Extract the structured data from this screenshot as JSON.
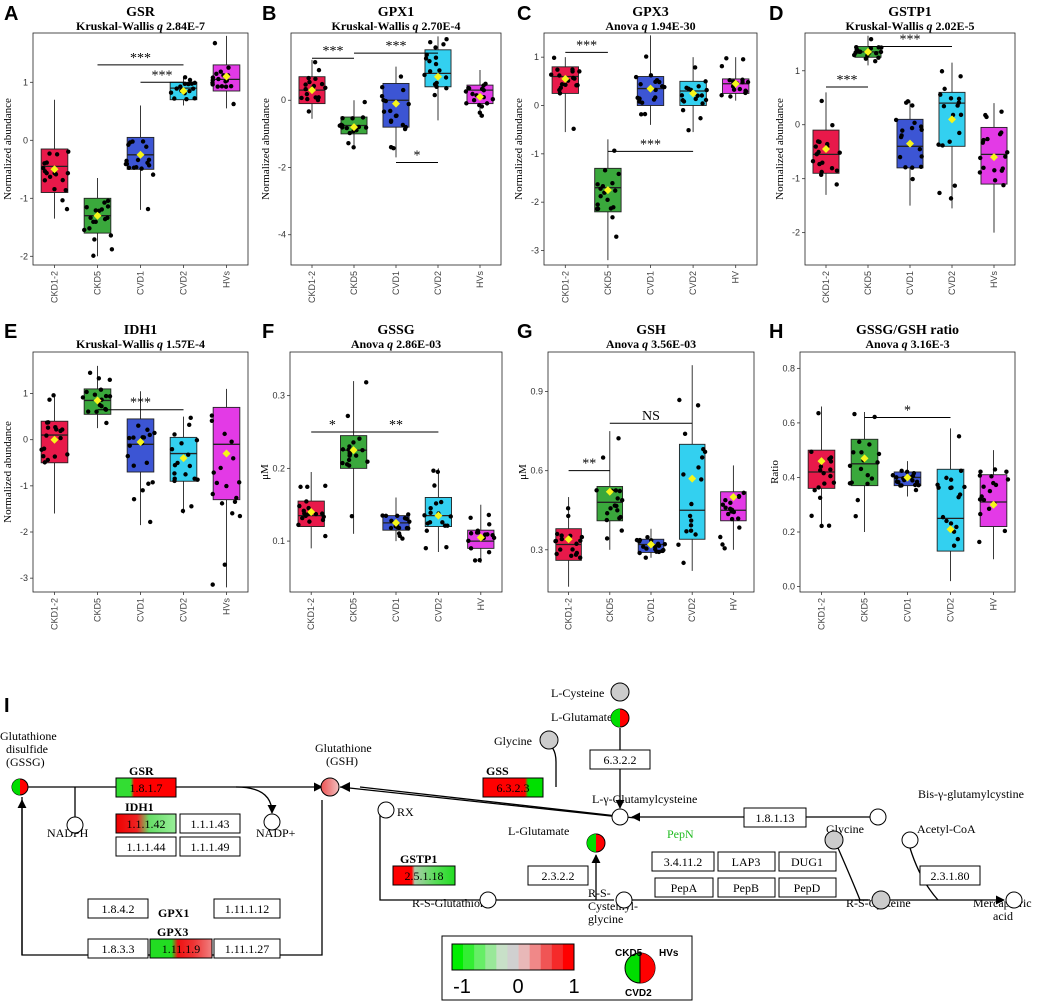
{
  "colors": {
    "CKD12": "#e8194a",
    "CKD5": "#3aa83c",
    "CVD1": "#3c55d4",
    "CVD2": "#33d0f0",
    "HV": "#e33ae6",
    "mean_marker": "#f5f51a",
    "up": "#ff0000",
    "down": "#00e000",
    "neutral": "#cfcfcf"
  },
  "chart_data": [
    {
      "letter": "A",
      "type": "box",
      "title": "GSR",
      "test": "Kruskal-Wallis",
      "q_symbol": "q",
      "q_value": "2.84E-7",
      "ylabel": "Normalized abundance",
      "ylim": [
        -2.15,
        1.85
      ],
      "yticks": [
        -2,
        -1,
        0,
        1
      ],
      "ytick_labels": [
        "-2",
        "-1",
        "0",
        "1"
      ],
      "categories": [
        "CKD1-2",
        "CKD5",
        "CVD1",
        "CVD2",
        "HVs"
      ],
      "boxes": [
        {
          "q1": -0.9,
          "median": -0.45,
          "q3": -0.15,
          "whisker_low": -1.35,
          "whisker_high": 0.7,
          "mean": -0.5
        },
        {
          "q1": -1.6,
          "median": -1.3,
          "q3": -1.0,
          "whisker_low": -2.0,
          "whisker_high": -0.65,
          "mean": -1.3
        },
        {
          "q1": -0.5,
          "median": -0.25,
          "q3": 0.05,
          "whisker_low": -1.2,
          "whisker_high": 0.6,
          "mean": -0.25
        },
        {
          "q1": 0.7,
          "median": 0.9,
          "q3": 1.0,
          "whisker_low": 0.6,
          "whisker_high": 1.1,
          "mean": 0.85
        },
        {
          "q1": 0.85,
          "median": 1.05,
          "q3": 1.3,
          "whisker_low": 0.55,
          "whisker_high": 1.8,
          "mean": 1.1
        }
      ],
      "significance": [
        {
          "from": 1,
          "to": 3,
          "y": 1.3,
          "label": "***"
        },
        {
          "from": 2,
          "to": 3,
          "y": 1.0,
          "label": "***"
        }
      ]
    },
    {
      "letter": "B",
      "type": "box",
      "title": "GPX1",
      "test": "Kruskal-Wallis",
      "q_symbol": "q",
      "q_value": "2.70E-4",
      "ylabel": "Normalized abundance",
      "ylim": [
        -4.9,
        2.0
      ],
      "yticks": [
        -4,
        -2,
        0
      ],
      "ytick_labels": [
        "-4",
        "-2",
        "0"
      ],
      "categories": [
        "CKD1-2",
        "CKD5",
        "CVD1",
        "CVD2",
        "HVs"
      ],
      "boxes": [
        {
          "q1": -0.1,
          "median": 0.3,
          "q3": 0.7,
          "whisker_low": -0.55,
          "whisker_high": 1.2,
          "mean": 0.3
        },
        {
          "q1": -1.0,
          "median": -0.75,
          "q3": -0.5,
          "whisker_low": -1.4,
          "whisker_high": 0.0,
          "mean": -0.8
        },
        {
          "q1": -0.8,
          "median": 0.0,
          "q3": 0.5,
          "whisker_low": -1.7,
          "whisker_high": 1.0,
          "mean": -0.1
        },
        {
          "q1": 0.4,
          "median": 0.8,
          "q3": 1.5,
          "whisker_low": -0.6,
          "whisker_high": 1.9,
          "mean": 0.7
        },
        {
          "q1": -0.1,
          "median": 0.3,
          "q3": 0.45,
          "whisker_low": -0.5,
          "whisker_high": 0.9,
          "mean": 0.1
        }
      ],
      "significance": [
        {
          "from": 0,
          "to": 1,
          "y": 1.25,
          "label": "***"
        },
        {
          "from": 1,
          "to": 3,
          "y": 1.4,
          "label": "***"
        },
        {
          "from": 2,
          "to": 3,
          "y": -1.85,
          "label": "*"
        }
      ]
    },
    {
      "letter": "C",
      "type": "box",
      "title": "GPX3",
      "test": "Anova",
      "q_symbol": "q",
      "q_value": "1.94E-30",
      "ylabel": "Normalized abundance",
      "ylim": [
        -3.3,
        1.5
      ],
      "yticks": [
        -3,
        -2,
        -1,
        0,
        1
      ],
      "ytick_labels": [
        "-3",
        "-2",
        "-1",
        "0",
        "1"
      ],
      "categories": [
        "CKD1-2",
        "CKD5",
        "CVD1",
        "CVD2",
        "HV"
      ],
      "boxes": [
        {
          "q1": 0.25,
          "median": 0.6,
          "q3": 0.8,
          "whisker_low": -0.55,
          "whisker_high": 1.0,
          "mean": 0.55
        },
        {
          "q1": -2.2,
          "median": -1.7,
          "q3": -1.3,
          "whisker_low": -3.2,
          "whisker_high": -0.7,
          "mean": -1.75
        },
        {
          "q1": 0.0,
          "median": 0.35,
          "q3": 0.6,
          "whisker_low": -0.4,
          "whisker_high": 1.45,
          "mean": 0.35
        },
        {
          "q1": 0.0,
          "median": 0.3,
          "q3": 0.5,
          "whisker_low": -0.55,
          "whisker_high": 1.0,
          "mean": 0.25
        },
        {
          "q1": 0.25,
          "median": 0.45,
          "q3": 0.55,
          "whisker_low": 0.1,
          "whisker_high": 1.0,
          "mean": 0.45
        }
      ],
      "significance": [
        {
          "from": 0,
          "to": 1,
          "y": 1.1,
          "label": "***"
        },
        {
          "from": 1,
          "to": 3,
          "y": -0.95,
          "label": "***"
        }
      ]
    },
    {
      "letter": "D",
      "type": "box",
      "title": "GSTP1",
      "test": "Kruskal-Wallis",
      "q_symbol": "q",
      "q_value": "2.02E-5",
      "ylabel": "Normalized abundance",
      "ylim": [
        -2.6,
        1.7
      ],
      "yticks": [
        -2,
        -1,
        0,
        1
      ],
      "ytick_labels": [
        "-2",
        "-1",
        "0",
        "1"
      ],
      "categories": [
        "CKD1-2",
        "CKD5",
        "CVD1",
        "CVD2",
        "HVs"
      ],
      "boxes": [
        {
          "q1": -0.9,
          "median": -0.55,
          "q3": -0.1,
          "whisker_low": -1.3,
          "whisker_high": 0.6,
          "mean": -0.45
        },
        {
          "q1": 1.25,
          "median": 1.35,
          "q3": 1.45,
          "whisker_low": 1.1,
          "whisker_high": 1.65,
          "mean": 1.35
        },
        {
          "q1": -0.8,
          "median": -0.4,
          "q3": 0.1,
          "whisker_low": -1.5,
          "whisker_high": 0.45,
          "mean": -0.35
        },
        {
          "q1": -0.4,
          "median": 0.4,
          "q3": 0.6,
          "whisker_low": -1.55,
          "whisker_high": 1.15,
          "mean": 0.1
        },
        {
          "q1": -1.1,
          "median": -0.55,
          "q3": -0.05,
          "whisker_low": -2.0,
          "whisker_high": 0.4,
          "mean": -0.6
        }
      ],
      "significance": [
        {
          "from": 0,
          "to": 1,
          "y": 0.7,
          "label": "***"
        },
        {
          "from": 1,
          "to": 3,
          "y": 1.45,
          "label": "***"
        }
      ]
    },
    {
      "letter": "E",
      "type": "box",
      "title": "IDH1",
      "test": "Kruskal-Wallis",
      "q_symbol": "q",
      "q_value": "1.57E-4",
      "ylabel": "Normalized abundance",
      "ylim": [
        -3.3,
        1.9
      ],
      "yticks": [
        -3,
        -2,
        -1,
        0,
        1
      ],
      "ytick_labels": [
        "-3",
        "-2",
        "-1",
        "0",
        "1"
      ],
      "categories": [
        "CKD1-2",
        "CKD5",
        "CVD1",
        "CVD2",
        "HVs"
      ],
      "boxes": [
        {
          "q1": -0.5,
          "median": 0.1,
          "q3": 0.4,
          "whisker_low": -1.6,
          "whisker_high": 1.0,
          "mean": 0.0
        },
        {
          "q1": 0.55,
          "median": 0.85,
          "q3": 1.1,
          "whisker_low": 0.25,
          "whisker_high": 1.6,
          "mean": 0.85
        },
        {
          "q1": -0.7,
          "median": -0.1,
          "q3": 0.45,
          "whisker_low": -1.85,
          "whisker_high": 1.05,
          "mean": -0.05
        },
        {
          "q1": -0.9,
          "median": -0.3,
          "q3": 0.05,
          "whisker_low": -1.6,
          "whisker_high": 0.5,
          "mean": -0.4
        },
        {
          "q1": -1.3,
          "median": -0.1,
          "q3": 0.7,
          "whisker_low": -3.2,
          "whisker_high": 1.1,
          "mean": -0.3
        }
      ],
      "significance": [
        {
          "from": 1,
          "to": 3,
          "y": 0.65,
          "label": "***"
        }
      ]
    },
    {
      "letter": "F",
      "type": "box",
      "title": "GSSG",
      "test": "Anova",
      "q_symbol": "q",
      "q_value": "2.86E-03",
      "ylabel": "μM",
      "ylim": [
        0.03,
        0.36
      ],
      "yticks": [
        0.1,
        0.2,
        0.3
      ],
      "ytick_labels": [
        "0.1",
        "0.2",
        "0.3"
      ],
      "categories": [
        "CKD1-2",
        "CKD5",
        "CVD1",
        "CVD2",
        "HV"
      ],
      "boxes": [
        {
          "q1": 0.12,
          "median": 0.135,
          "q3": 0.155,
          "whisker_low": 0.09,
          "whisker_high": 0.195,
          "mean": 0.14
        },
        {
          "q1": 0.2,
          "median": 0.225,
          "q3": 0.245,
          "whisker_low": 0.11,
          "whisker_high": 0.32,
          "mean": 0.225
        },
        {
          "q1": 0.115,
          "median": 0.125,
          "q3": 0.135,
          "whisker_low": 0.1,
          "whisker_high": 0.16,
          "mean": 0.125
        },
        {
          "q1": 0.12,
          "median": 0.135,
          "q3": 0.16,
          "whisker_low": 0.085,
          "whisker_high": 0.2,
          "mean": 0.135
        },
        {
          "q1": 0.09,
          "median": 0.1,
          "q3": 0.115,
          "whisker_low": 0.07,
          "whisker_high": 0.15,
          "mean": 0.105
        }
      ],
      "significance": [
        {
          "from": 0,
          "to": 1,
          "y": 0.25,
          "label": "*"
        },
        {
          "from": 1,
          "to": 3,
          "y": 0.25,
          "label": "**"
        }
      ]
    },
    {
      "letter": "G",
      "type": "box",
      "title": "GSH",
      "test": "Anova",
      "q_symbol": "q",
      "q_value": "3.56E-03",
      "ylabel": "μM",
      "ylim": [
        0.14,
        1.05
      ],
      "yticks": [
        0.3,
        0.6,
        0.9
      ],
      "ytick_labels": [
        "0.3",
        "0.6",
        "0.9"
      ],
      "categories": [
        "CKD1-2",
        "CKD5",
        "CVD1",
        "CVD2",
        "HV"
      ],
      "boxes": [
        {
          "q1": 0.26,
          "median": 0.32,
          "q3": 0.38,
          "whisker_low": 0.16,
          "whisker_high": 0.5,
          "mean": 0.34
        },
        {
          "q1": 0.41,
          "median": 0.48,
          "q3": 0.54,
          "whisker_low": 0.3,
          "whisker_high": 0.75,
          "mean": 0.52
        },
        {
          "q1": 0.29,
          "median": 0.32,
          "q3": 0.34,
          "whisker_low": 0.27,
          "whisker_high": 0.38,
          "mean": 0.32
        },
        {
          "q1": 0.34,
          "median": 0.45,
          "q3": 0.7,
          "whisker_low": 0.22,
          "whisker_high": 1.0,
          "mean": 0.57
        },
        {
          "q1": 0.41,
          "median": 0.45,
          "q3": 0.52,
          "whisker_low": 0.3,
          "whisker_high": 0.62,
          "mean": 0.5
        }
      ],
      "significance": [
        {
          "from": 0,
          "to": 1,
          "y": 0.6,
          "label": "**"
        },
        {
          "from": 1,
          "to": 3,
          "y": 0.78,
          "label": "NS"
        }
      ]
    },
    {
      "letter": "H",
      "type": "box",
      "title": "GSSG/GSH ratio",
      "test": "Anova",
      "q_symbol": "q",
      "q_value": "3.16E-3",
      "ylabel": "Ratio",
      "ylim": [
        -0.02,
        0.86
      ],
      "yticks": [
        0.0,
        0.2,
        0.4,
        0.6,
        0.8
      ],
      "ytick_labels": [
        "0.0",
        "0.2",
        "0.4",
        "0.6",
        "0.8"
      ],
      "categories": [
        "CKD1-2",
        "CKD5",
        "CVD1",
        "CVD2",
        "HV"
      ],
      "boxes": [
        {
          "q1": 0.36,
          "median": 0.42,
          "q3": 0.5,
          "whisker_low": 0.22,
          "whisker_high": 0.66,
          "mean": 0.46
        },
        {
          "q1": 0.37,
          "median": 0.45,
          "q3": 0.54,
          "whisker_low": 0.2,
          "whisker_high": 0.64,
          "mean": 0.47
        },
        {
          "q1": 0.37,
          "median": 0.4,
          "q3": 0.42,
          "whisker_low": 0.33,
          "whisker_high": 0.46,
          "mean": 0.4
        },
        {
          "q1": 0.13,
          "median": 0.25,
          "q3": 0.43,
          "whisker_low": 0.02,
          "whisker_high": 0.58,
          "mean": 0.21
        },
        {
          "q1": 0.22,
          "median": 0.31,
          "q3": 0.41,
          "whisker_low": 0.1,
          "whisker_high": 0.5,
          "mean": 0.3
        }
      ],
      "significance": [
        {
          "from": 1,
          "to": 3,
          "y": 0.62,
          "label": "*"
        }
      ]
    }
  ],
  "pathway": {
    "letter": "I",
    "compounds": {
      "gssg": [
        "Glutathione",
        "disulfide",
        "(GSSG)"
      ],
      "gsh": [
        "Glutathione",
        "(GSH)"
      ],
      "l_cysteine": "L-Cysteine",
      "l_glutamate_top": "L-Glutamate",
      "glycine_top": "Glycine",
      "l_gamma_glutamylcysteine": "L-γ-Glutamylcysteine",
      "bis_gamma_glutamylcystine": "Bis-γ-glutamylcystine",
      "nadph": "NADPH",
      "nadp_plus": "NADP+",
      "rx": "RX",
      "l_glutamate_mid": "L-Glutamate",
      "glycine_mid": "Glycine",
      "acetyl_coa": "Acetyl-CoA",
      "r_s_glutathione": "R-S-Glutathione",
      "r_s_cysteinylglycine": [
        "R-S-",
        "Cysteinyl-",
        "glycine"
      ],
      "r_s_cysteine": "R-S-Cysteine",
      "mercapturic_acid": [
        "Mercapturic",
        "acid"
      ]
    },
    "gene_labels": {
      "gsr": "GSR",
      "idh1": "IDH1",
      "gss": "GSS",
      "gstp1": "GSTP1",
      "gpx1": "GPX1",
      "gpx3": "GPX3",
      "pepn": "PepN"
    },
    "enzymes": {
      "gsr_ec": "1.8.1.7",
      "idh1_ec": "1.1.1.42",
      "ec_1_1_1_43": "1.1.1.43",
      "ec_1_1_1_44": "1.1.1.44",
      "ec_1_1_1_49": "1.1.1.49",
      "ec_6_3_2_2": "6.3.2.2",
      "gss_ec": "6.3.2.3",
      "ec_1_8_1_13": "1.8.1.13",
      "gstp1_ec": "2.5.1.18",
      "ec_2_3_2_2": "2.3.2.2",
      "ec_3_4_11_2": "3.4.11.2",
      "lap3": "LAP3",
      "dug1": "DUG1",
      "pepa": "PepA",
      "pepb": "PepB",
      "pepd": "PepD",
      "ec_2_3_1_80": "2.3.1.80",
      "ec_1_8_4_2": "1.8.4.2",
      "ec_1_11_1_12": "1.11.1.12",
      "ec_1_8_3_3": "1.8.3.3",
      "gpx_ec": "1.11.1.9",
      "ec_1_11_1_27": "1.11.1.27"
    },
    "legend": {
      "ticks": [
        "-1",
        "0",
        "1"
      ],
      "circle_top_left": "CKD5",
      "circle_top_right": "HVs",
      "circle_bottom": "CVD2"
    }
  }
}
